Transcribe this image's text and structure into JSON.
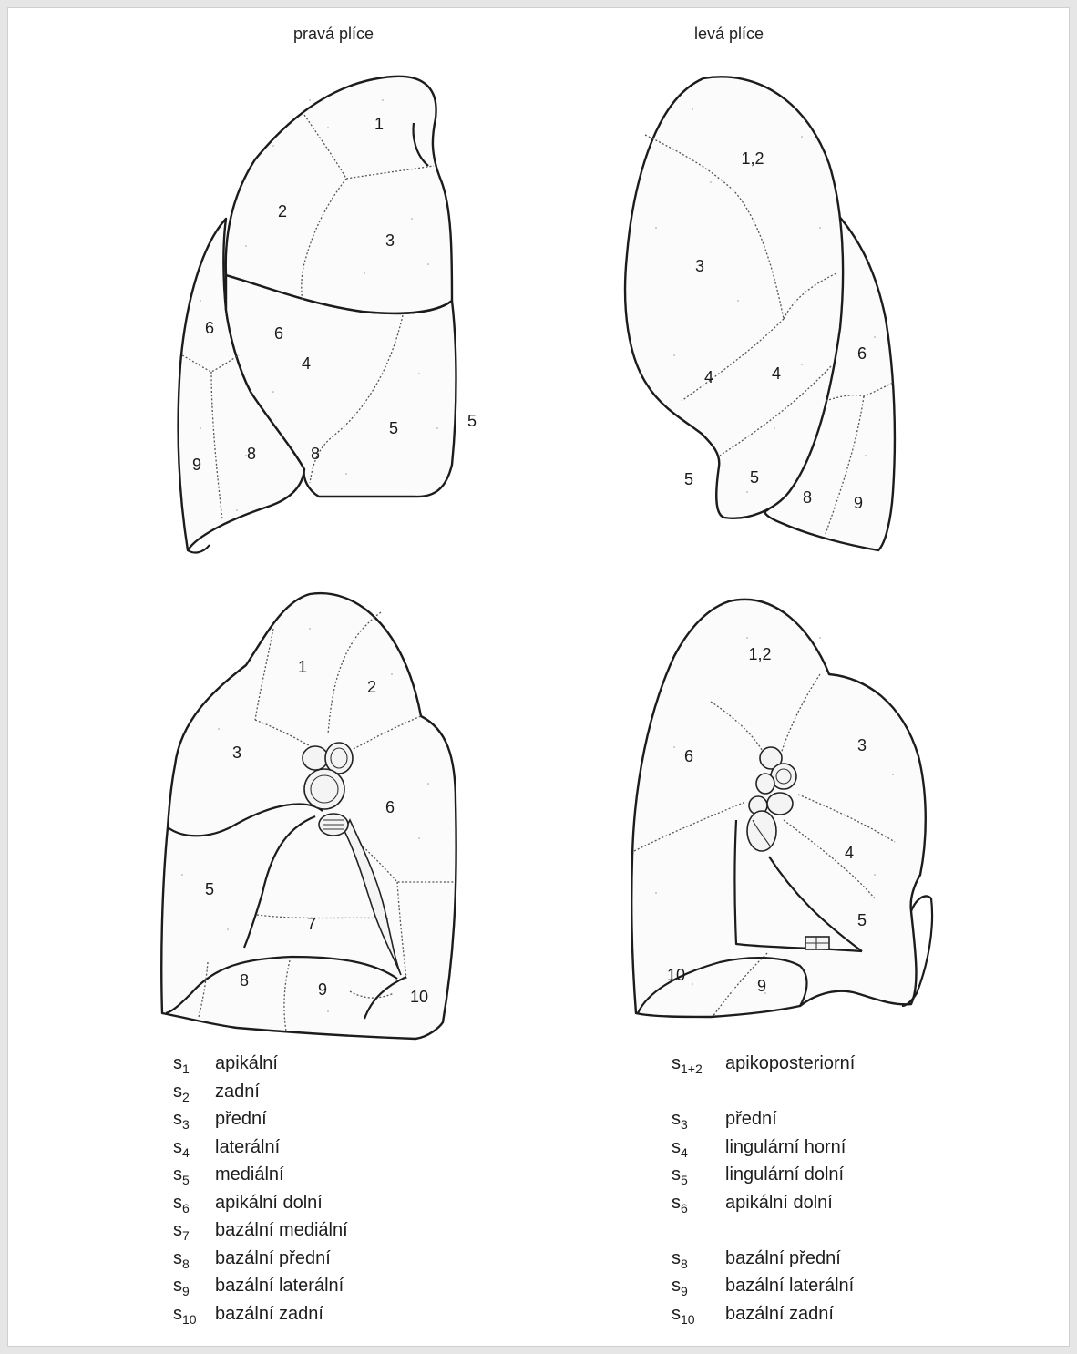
{
  "headings": {
    "right_lung": "pravá plíce",
    "left_lung": "levá plíce"
  },
  "labels": {
    "rl_lateral": [
      "1",
      "2",
      "3",
      "6",
      "6",
      "4",
      "5",
      "5",
      "9",
      "8",
      "8"
    ],
    "ll_lateral": [
      "1,2",
      "3",
      "4",
      "4",
      "6",
      "5",
      "5",
      "8",
      "9"
    ],
    "rl_medial": [
      "1",
      "2",
      "3",
      "6",
      "5",
      "7",
      "8",
      "9",
      "10"
    ],
    "ll_medial": [
      "1,2",
      "6",
      "3",
      "4",
      "5",
      "10",
      "9"
    ]
  },
  "legend_right_lung": [
    {
      "s": "s",
      "sub": "1",
      "name": "apikální"
    },
    {
      "s": "s",
      "sub": "2",
      "name": "zadní"
    },
    {
      "s": "s",
      "sub": "3",
      "name": "přední"
    },
    {
      "s": "s",
      "sub": "4",
      "name": "laterální"
    },
    {
      "s": "s",
      "sub": "5",
      "name": "mediální"
    },
    {
      "s": "s",
      "sub": "6",
      "name": "apikální dolní"
    },
    {
      "s": "s",
      "sub": "7",
      "name": "bazální mediální"
    },
    {
      "s": "s",
      "sub": "8",
      "name": "bazální přední"
    },
    {
      "s": "s",
      "sub": "9",
      "name": "bazální laterální"
    },
    {
      "s": "s",
      "sub": "10",
      "name": "bazální zadní"
    }
  ],
  "legend_left_lung": [
    {
      "s": "s",
      "sub": "1+2",
      "name": "apikoposteriorní"
    },
    {
      "s": "",
      "sub": "",
      "name": ""
    },
    {
      "s": "s",
      "sub": "3",
      "name": "přední"
    },
    {
      "s": "s",
      "sub": "4",
      "name": "lingulární horní"
    },
    {
      "s": "s",
      "sub": "5",
      "name": "lingulární dolní"
    },
    {
      "s": "s",
      "sub": "6",
      "name": "apikální dolní"
    },
    {
      "s": "",
      "sub": "",
      "name": ""
    },
    {
      "s": "s",
      "sub": "8",
      "name": "bazální přední"
    },
    {
      "s": "s",
      "sub": "9",
      "name": "bazální laterální"
    },
    {
      "s": "s",
      "sub": "10",
      "name": "bazální zadní"
    }
  ]
}
